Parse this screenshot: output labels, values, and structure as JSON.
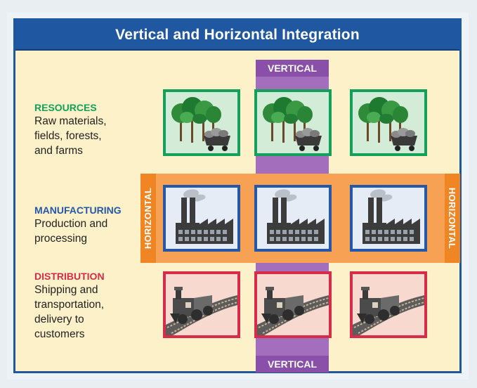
{
  "title": "Vertical and Horizontal Integration",
  "vertical_label": "VERTICAL",
  "horizontal_label": "HORIZONTAL",
  "rows": [
    {
      "category": "RESOURCES",
      "color": "#12a05a",
      "lines": [
        "Raw materials,",
        "fields, forests,",
        "and farms"
      ],
      "icon": "trees-ore-cart-icon"
    },
    {
      "category": "MANUFACTURING",
      "color": "#2558a8",
      "lines": [
        "Production and",
        "processing"
      ],
      "icon": "factory-icon"
    },
    {
      "category": "DISTRIBUTION",
      "color": "#d62c4a",
      "lines": [
        "Shipping and",
        "transportation,",
        "delivery to",
        "customers"
      ],
      "icon": "locomotive-icon"
    }
  ],
  "colors": {
    "frame_blue": "#1f58a0",
    "vertical_purple": "#a36fbd",
    "horizontal_orange": "#f7a155"
  }
}
